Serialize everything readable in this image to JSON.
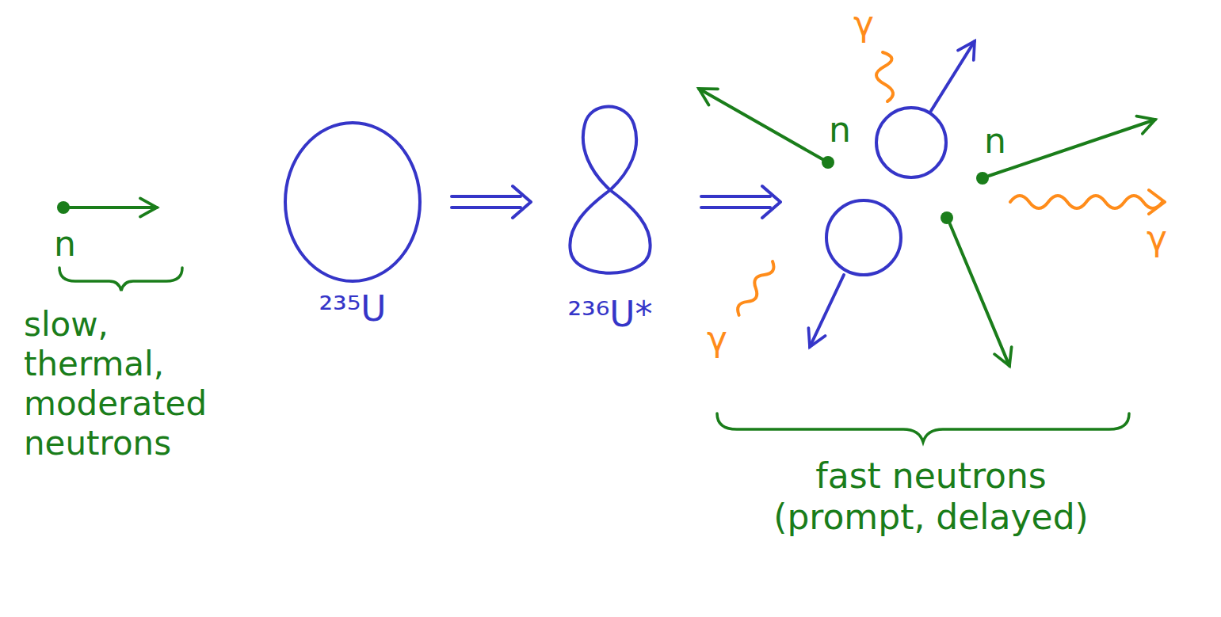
{
  "diagram": {
    "nodes": [
      {
        "text": [
          "²³⁵U"
        ]
      },
      {
        "text": [
          "²³⁶U*"
        ]
      }
    ],
    "edges": [
      {
        "from": 0,
        "to": 1,
        "arrow": "to"
      }
    ],
    "labels": [
      "n",
      "slow, thermal, moderated neutrons",
      "γ",
      "n",
      "n",
      "γ",
      "γ",
      "fast neutrons (prompt, delayed)"
    ]
  }
}
